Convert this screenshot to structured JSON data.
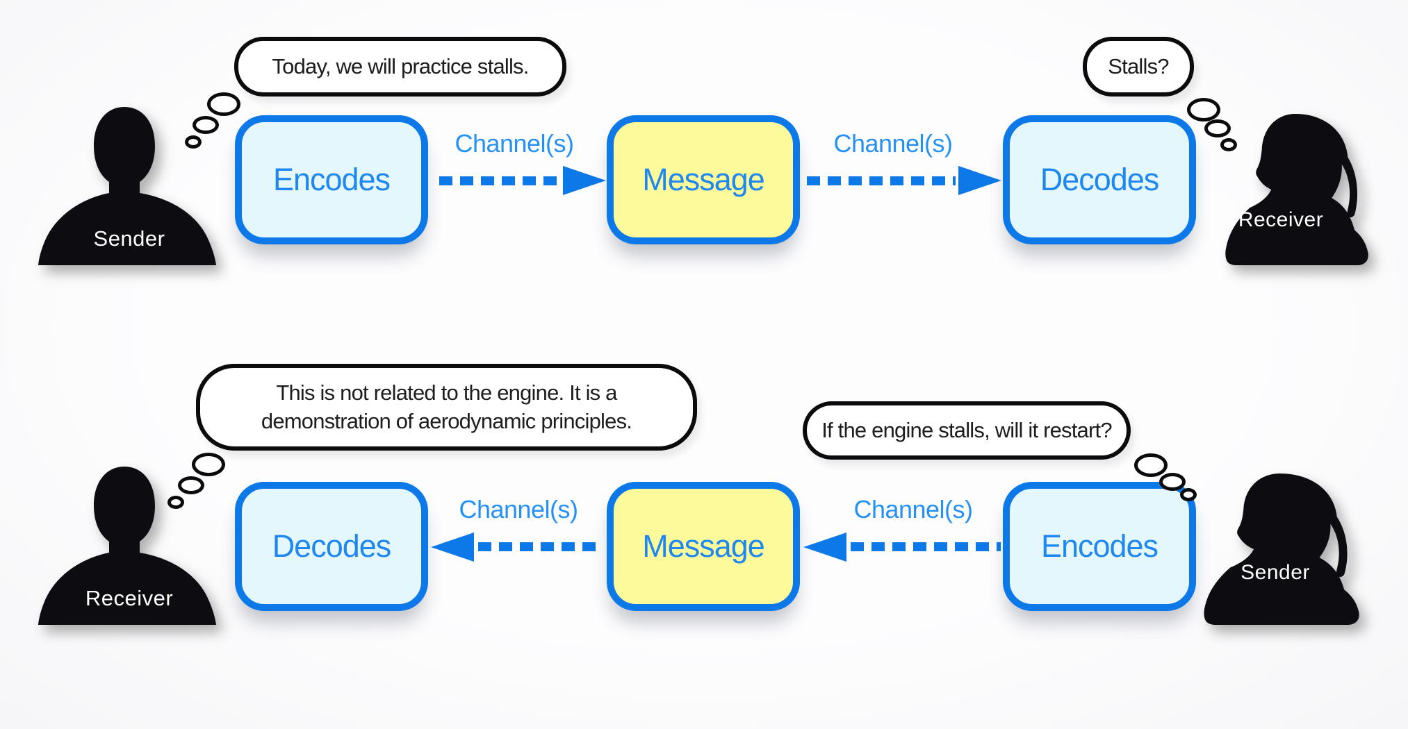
{
  "colors": {
    "accent_blue": "#0d79e8",
    "box_text_blue": "#1f88f0",
    "channel_text_blue": "#2591f4",
    "cyan_fill": "#e4f7fd",
    "yellow_fill": "#fdfa9b",
    "bubble_border": "#0b0b0d",
    "text_dark": "#1d1d1f",
    "silhouette_black": "#0d0d11",
    "label_white": "#ffffff"
  },
  "top_row": {
    "sender": {
      "name": "Sender",
      "thought": "Today, we will practice stalls."
    },
    "boxes": {
      "encodes": "Encodes",
      "message": "Message",
      "decodes": "Decodes"
    },
    "channel_left": "Channel(s)",
    "channel_right": "Channel(s)",
    "receiver": {
      "name": "Receiver",
      "thought": "Stalls?"
    }
  },
  "bottom_row": {
    "receiver": {
      "name": "Receiver",
      "thought_lines": [
        "This is not related to the engine. It is a",
        "demonstration of aerodynamic principles."
      ]
    },
    "boxes": {
      "decodes": "Decodes",
      "message": "Message",
      "encodes": "Encodes"
    },
    "channel_left": "Channel(s)",
    "channel_right": "Channel(s)",
    "sender": {
      "name": "Sender",
      "thought": "If the engine stalls, will it restart?"
    }
  }
}
